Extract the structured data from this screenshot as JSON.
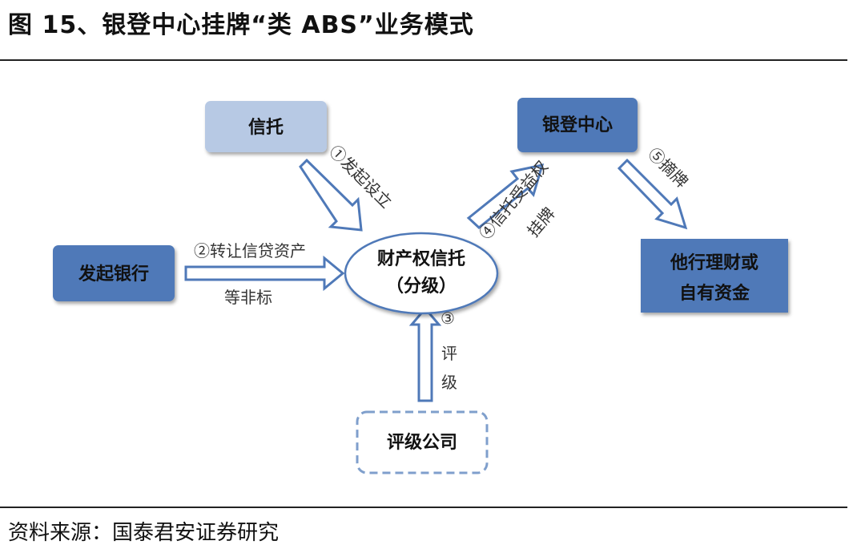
{
  "header": {
    "title": "图 15、银登中心挂牌“类 ABS”业务模式"
  },
  "footer": {
    "source": "资料来源：国泰君安证券研究"
  },
  "diagram": {
    "nodes": {
      "trust": "信托",
      "originating_bank": "发起银行",
      "property_trust_line1": "财产权信托",
      "property_trust_line2": "（分级）",
      "yindeng_center": "银登中心",
      "investors_line1": "他行理财或",
      "investors_line2": "自有资金",
      "rating_agency": "评级公司"
    },
    "edges": {
      "step1": "①发起设立",
      "step2_above": "②转让信贷资产",
      "step2_below": "等非标",
      "step3_num": "③",
      "step3_char1": "评",
      "step3_char2": "级",
      "step4_line1": "④信托受益权",
      "step4_line2": "挂牌",
      "step5": "⑤摘牌"
    },
    "colors": {
      "dark_box": "#4f79b8",
      "light_box": "#b7c9e4",
      "arrow_stroke": "#4f79b8",
      "ellipse_stroke": "#4f79b8"
    }
  }
}
